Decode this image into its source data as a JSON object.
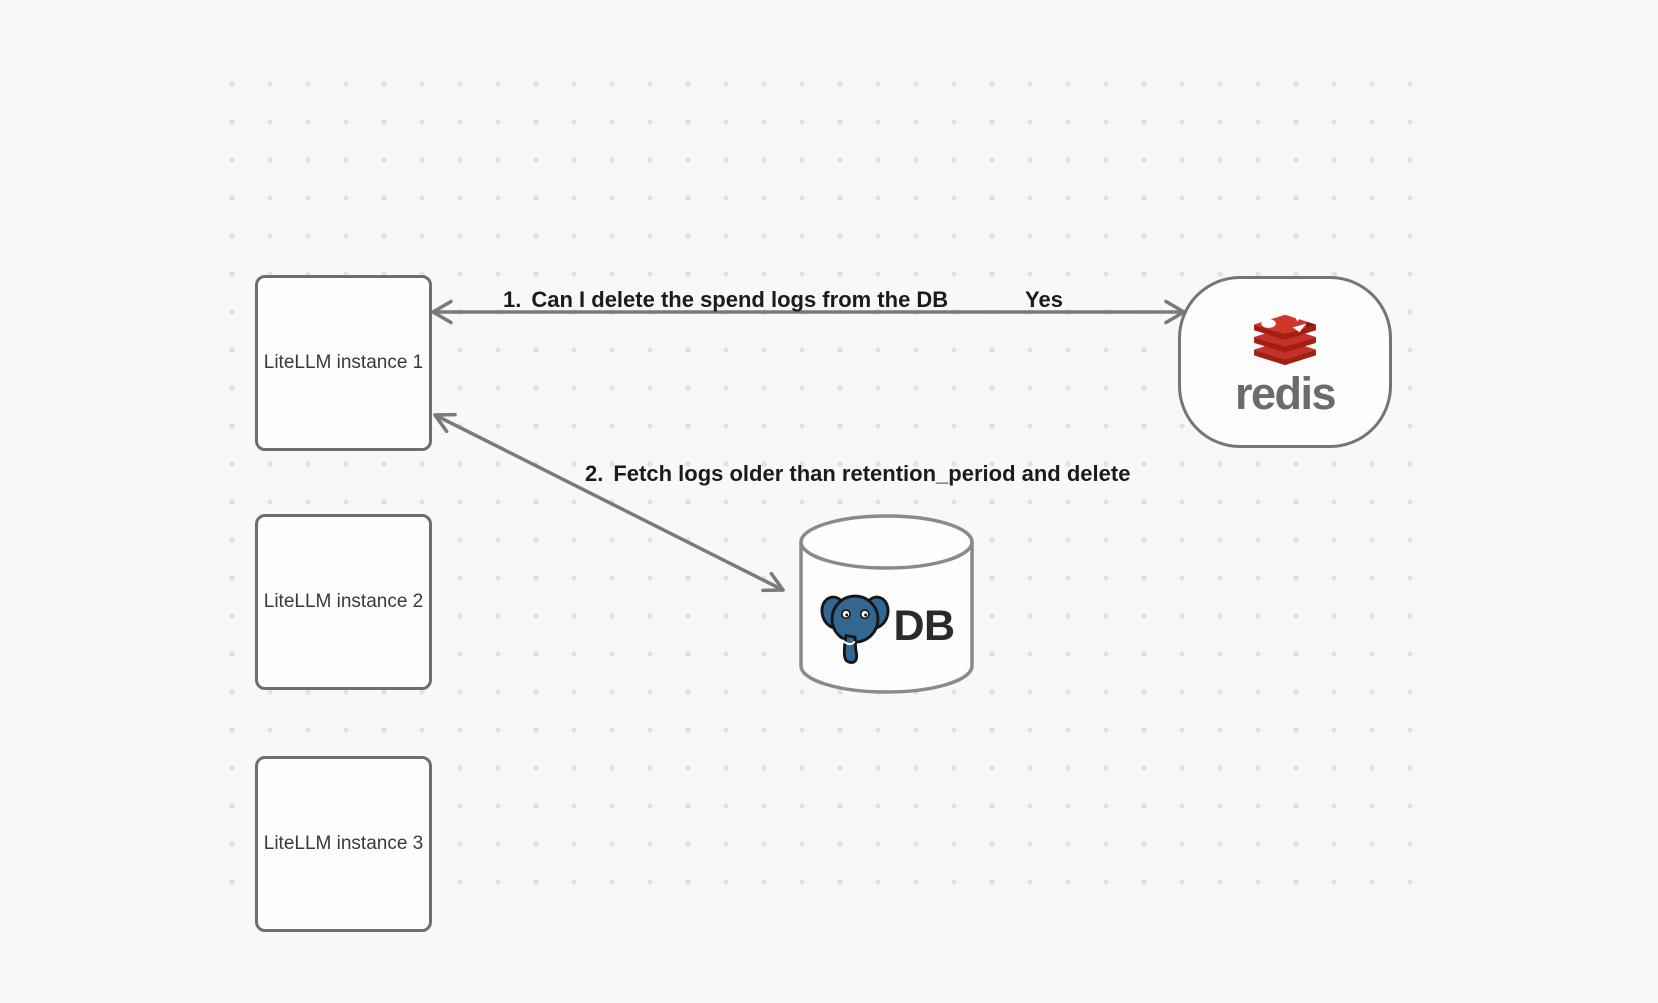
{
  "diagram": {
    "background": {
      "color": "#f8f8f8",
      "dot_color": "#e3e3e3"
    },
    "instances": [
      {
        "label": "LiteLLM instance 1"
      },
      {
        "label": "LiteLLM instance 2"
      },
      {
        "label": "LiteLLM instance 3"
      }
    ],
    "redis": {
      "wordmark": "redis",
      "logo_icon": "redis-stack-icon",
      "brand_red": "#c6302b",
      "brand_red_dark": "#a41e11",
      "wordmark_color": "#6b6b6b"
    },
    "database": {
      "label": "DB",
      "logo_icon": "postgresql-elephant-icon",
      "postgres_blue": "#336791"
    },
    "arrows": [
      {
        "number": "1.",
        "text": "Can I delete the spend logs from the DB",
        "response": "Yes"
      },
      {
        "number": "2.",
        "text": "Fetch logs older than retention_period and delete"
      }
    ],
    "stroke_color": "#7a7a7a",
    "label_color": "#1b1b1b"
  }
}
